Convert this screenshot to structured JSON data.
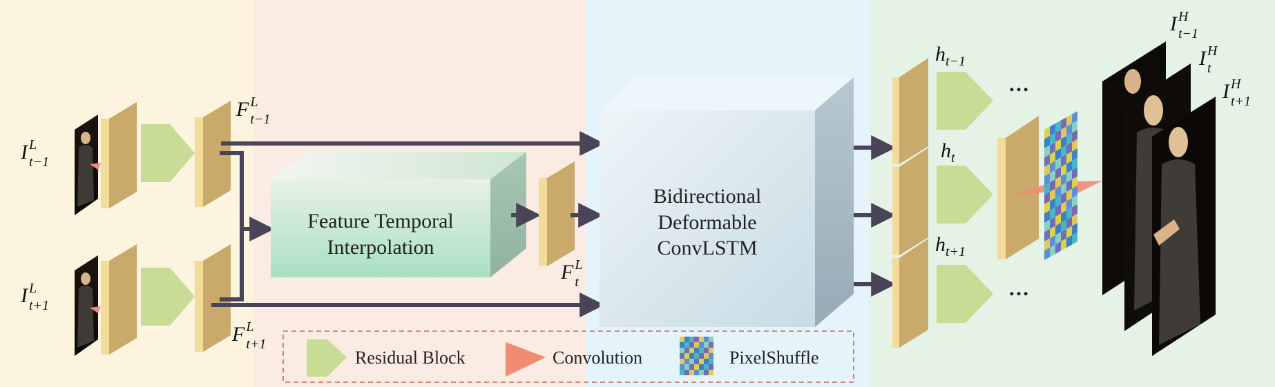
{
  "colors": {
    "stage1_bg": "#fdf4df",
    "stage2_bg": "#fbece3",
    "stage3_bg": "#e4f4fa",
    "stage4_bg": "#e4f3e6",
    "feature_map": "#c9aa6b",
    "feature_map_face": "#f3dc9a",
    "residual_block": "#c8dc96",
    "convolution": "#f28a74",
    "arrow": "#4a4458",
    "interp_box": "#bfe5cf",
    "convlstm_box": "#d5e5ec"
  },
  "inputs": {
    "prev": {
      "symbol": "I",
      "sup": "L",
      "sub": "t−1"
    },
    "next": {
      "symbol": "I",
      "sup": "L",
      "sub": "t+1"
    }
  },
  "features": {
    "prev": {
      "symbol": "F",
      "sup": "L",
      "sub": "t−1"
    },
    "next": {
      "symbol": "F",
      "sup": "L",
      "sub": "t+1"
    },
    "mid": {
      "symbol": "F",
      "sup": "L",
      "sub": "t"
    }
  },
  "interp_box": {
    "line1": "Feature Temporal",
    "line2": "Interpolation"
  },
  "convlstm_box": {
    "line1": "Bidirectional",
    "line2": "Deformable",
    "line3": "ConvLSTM"
  },
  "hidden": {
    "prev": {
      "symbol": "h",
      "sub": "t−1"
    },
    "mid": {
      "symbol": "h",
      "sub": "t"
    },
    "next": {
      "symbol": "h",
      "sub": "t+1"
    }
  },
  "ellipsis": "…",
  "outputs": {
    "prev": {
      "symbol": "I",
      "sup": "H",
      "sub": "t−1"
    },
    "mid": {
      "symbol": "I",
      "sup": "H",
      "sub": "t"
    },
    "next": {
      "symbol": "I",
      "sup": "H",
      "sub": "t+1"
    }
  },
  "legend": {
    "residual": "Residual Block",
    "convolution": "Convolution",
    "pixelshuffle": "PixelShuffle"
  },
  "icons": {
    "frame": "portrait-frame-icon",
    "residual": "pentagon-arrow-icon",
    "convolution": "triangle-icon",
    "pixelshuffle": "color-grid-icon"
  }
}
